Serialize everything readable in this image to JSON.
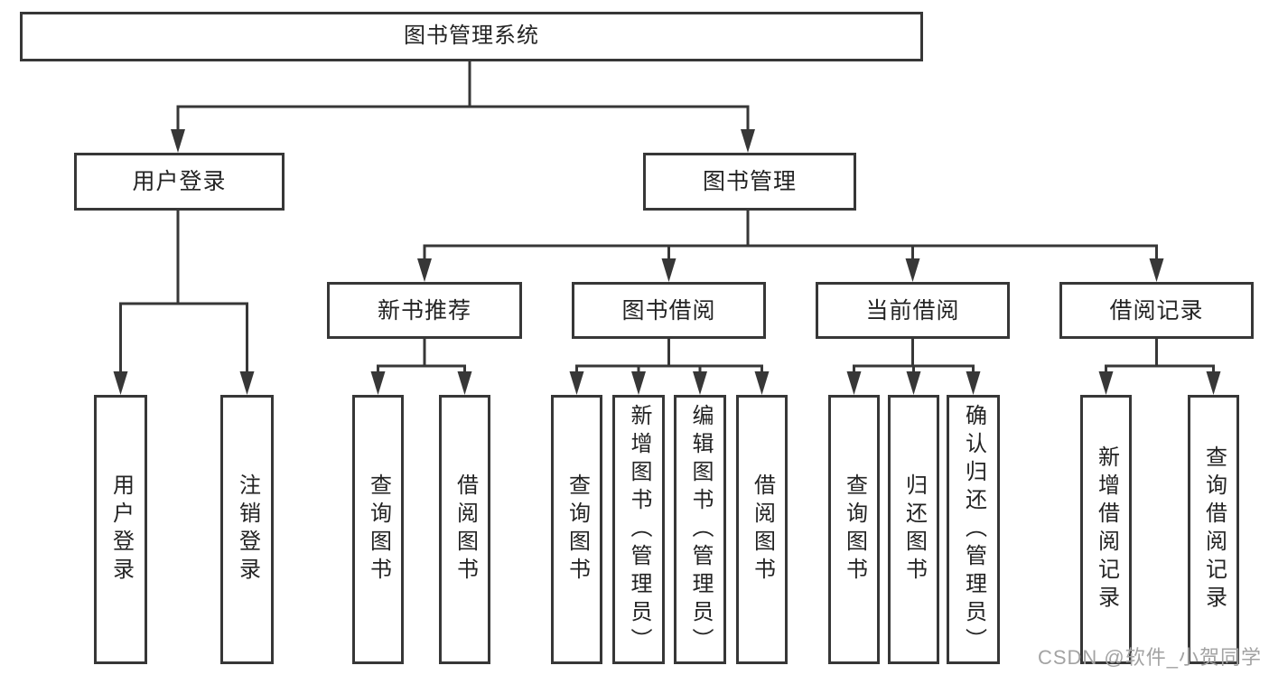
{
  "diagram": {
    "root": {
      "label": "图书管理系统"
    },
    "branches": [
      {
        "label": "用户登录",
        "leaves": [
          {
            "label": "用户登录"
          },
          {
            "label": "注销登录"
          }
        ]
      },
      {
        "label": "图书管理",
        "groups": [
          {
            "label": "新书推荐",
            "leaves": [
              {
                "label": "查询图书"
              },
              {
                "label": "借阅图书"
              }
            ]
          },
          {
            "label": "图书借阅",
            "leaves": [
              {
                "label": "查询图书"
              },
              {
                "label": "新增图书（管理员）"
              },
              {
                "label": "编辑图书（管理员）"
              },
              {
                "label": "借阅图书"
              }
            ]
          },
          {
            "label": "当前借阅",
            "leaves": [
              {
                "label": "查询图书"
              },
              {
                "label": "归还图书"
              },
              {
                "label": "确认归还（管理员）"
              }
            ]
          },
          {
            "label": "借阅记录",
            "leaves": [
              {
                "label": "新增借阅记录"
              },
              {
                "label": "查询借阅记录"
              }
            ]
          }
        ]
      }
    ],
    "watermark": "CSDN @软件_小贺同学",
    "colors": {
      "line": "#373737",
      "text": "#232323",
      "background": "#ffffff",
      "watermark": "#a3a3a3"
    }
  }
}
